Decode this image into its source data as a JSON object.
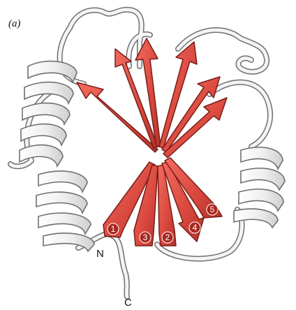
{
  "figure": {
    "panel_label": "(a)",
    "terminus_n": "N",
    "terminus_c": "C",
    "strands": [
      {
        "id": "strand-1",
        "label": "1"
      },
      {
        "id": "strand-2",
        "label": "2"
      },
      {
        "id": "strand-3",
        "label": "3"
      },
      {
        "id": "strand-4",
        "label": "4"
      },
      {
        "id": "strand-5",
        "label": "5"
      }
    ]
  },
  "colors": {
    "strand_fill": "#d8473d",
    "strand_edge": "#7a1d18",
    "ribbon_fill": "#f3f3f3",
    "ribbon_edge": "#6f6f6f"
  }
}
